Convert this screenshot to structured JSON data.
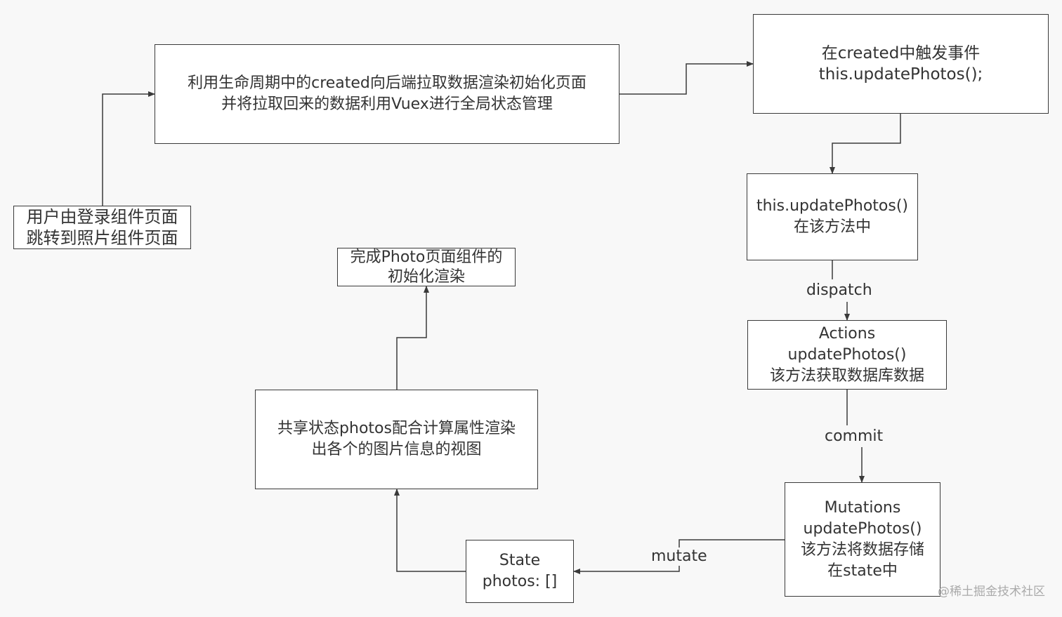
{
  "diagram": {
    "nodes": {
      "login_redirect": {
        "lines": [
          "用户由登录组件页面",
          "跳转到照片组件页面"
        ]
      },
      "created_fetch": {
        "lines": [
          "利用生命周期中的created向后端拉取数据渲染初始化页面",
          "并将拉取回来的数据利用Vuex进行全局状态管理"
        ]
      },
      "trigger_event": {
        "lines": [
          "在created中触发事件",
          "this.updatePhotos();"
        ]
      },
      "method_call": {
        "lines": [
          "this.updatePhotos()",
          "在该方法中"
        ]
      },
      "actions": {
        "lines": [
          "Actions",
          "updatePhotos()",
          "该方法获取数据库数据"
        ]
      },
      "mutations": {
        "lines": [
          "Mutations",
          "updatePhotos()",
          "该方法将数据存储",
          "在state中"
        ]
      },
      "state": {
        "lines": [
          "State",
          "photos: []"
        ]
      },
      "computed_render": {
        "lines": [
          "共享状态photos配合计算属性渲染",
          "出各个的图片信息的视图"
        ]
      },
      "init_render_done": {
        "lines": [
          "完成Photo页面组件的",
          "初始化渲染"
        ]
      }
    },
    "edges": [
      {
        "from": "login_redirect",
        "to": "created_fetch",
        "label": ""
      },
      {
        "from": "created_fetch",
        "to": "trigger_event",
        "label": ""
      },
      {
        "from": "trigger_event",
        "to": "method_call",
        "label": ""
      },
      {
        "from": "method_call",
        "to": "actions",
        "label": "dispatch"
      },
      {
        "from": "actions",
        "to": "mutations",
        "label": "commit"
      },
      {
        "from": "mutations",
        "to": "state",
        "label": "mutate"
      },
      {
        "from": "state",
        "to": "computed_render",
        "label": ""
      },
      {
        "from": "computed_render",
        "to": "init_render_done",
        "label": ""
      }
    ],
    "edge_labels": {
      "dispatch": "dispatch",
      "commit": "commit",
      "mutate": "mutate"
    }
  },
  "watermark": "@稀土掘金技术社区",
  "colors": {
    "background": "#f8f8f8",
    "node_fill": "#ffffff",
    "stroke": "#3a3a3a",
    "text": "#333333"
  }
}
